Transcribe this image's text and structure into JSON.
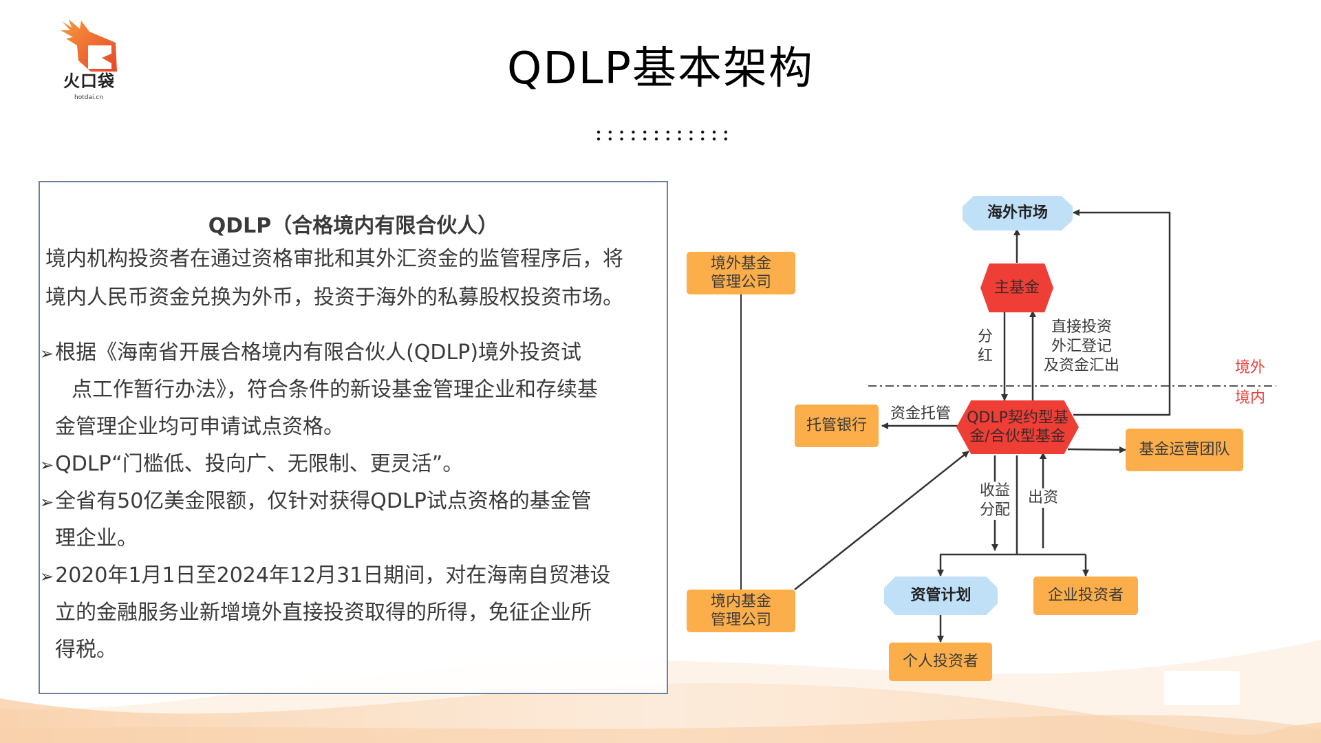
{
  "brand": {
    "logo_text": "火口袋",
    "logo_domain": "hotdai.cn",
    "accent": "#f26a2b"
  },
  "title": "QDLP基本架构",
  "panel": {
    "heading": "QDLP（合格境内有限合伙人）",
    "intro_lines": [
      "境内机构投资者在通过资格审批和其外汇资金的监管程序后，将",
      "境内人民币资金兑换为外币，投资于海外的私募股权投资市场。"
    ],
    "bullet_symbol": "➢",
    "bullets": [
      {
        "lines": [
          "根据《海南省开展合格境内有限合伙人(QDLP)境外投资试",
          "点工作暂行办法》，符合条件的新设基金管理企业和存续基",
          "金管理企业均可申请试点资格。"
        ]
      },
      {
        "lines": [
          "QDLP“门槛低、投向广、无限制、更灵活”。"
        ]
      },
      {
        "lines": [
          "全省有50亿美金限额，仅针对获得QDLP试点资格的基金管",
          "理企业。"
        ]
      },
      {
        "lines": [
          "2020年1月1日至2024年12月31日期间，对在海南自贸港设",
          "立的金融服务业新增境外直接投资取得的所得，免征企业所",
          "得税。"
        ]
      }
    ]
  },
  "diagram": {
    "colors": {
      "orange": "#fcae4a",
      "blue": "#c0e0f8",
      "red": "#ef3e35",
      "region": "#e8413a",
      "line": "#333333"
    },
    "nodes": {
      "overseas_market": "海外市场",
      "master_fund": "主基金",
      "qdlp_fund": [
        "QDLP契约型基",
        "金/合伙型基金"
      ],
      "offshore_manager": [
        "境外基金",
        "管理公司"
      ],
      "onshore_manager": [
        "境内基金",
        "管理公司"
      ],
      "custodian_bank": "托管银行",
      "ops_team": "基金运营团队",
      "asset_plan": "资管计划",
      "corporate_investor": "企业投资者",
      "individual_investor": "个人投资者"
    },
    "edge_labels": {
      "dividend": [
        "分",
        "红"
      ],
      "direct_investment": [
        "直接投资",
        "外汇登记",
        "及资金汇出"
      ],
      "custody": "资金托管",
      "income_distribution": [
        "收益",
        "分配"
      ],
      "contribution": "出资"
    },
    "regions": {
      "offshore": "境外",
      "onshore": "境内"
    }
  }
}
